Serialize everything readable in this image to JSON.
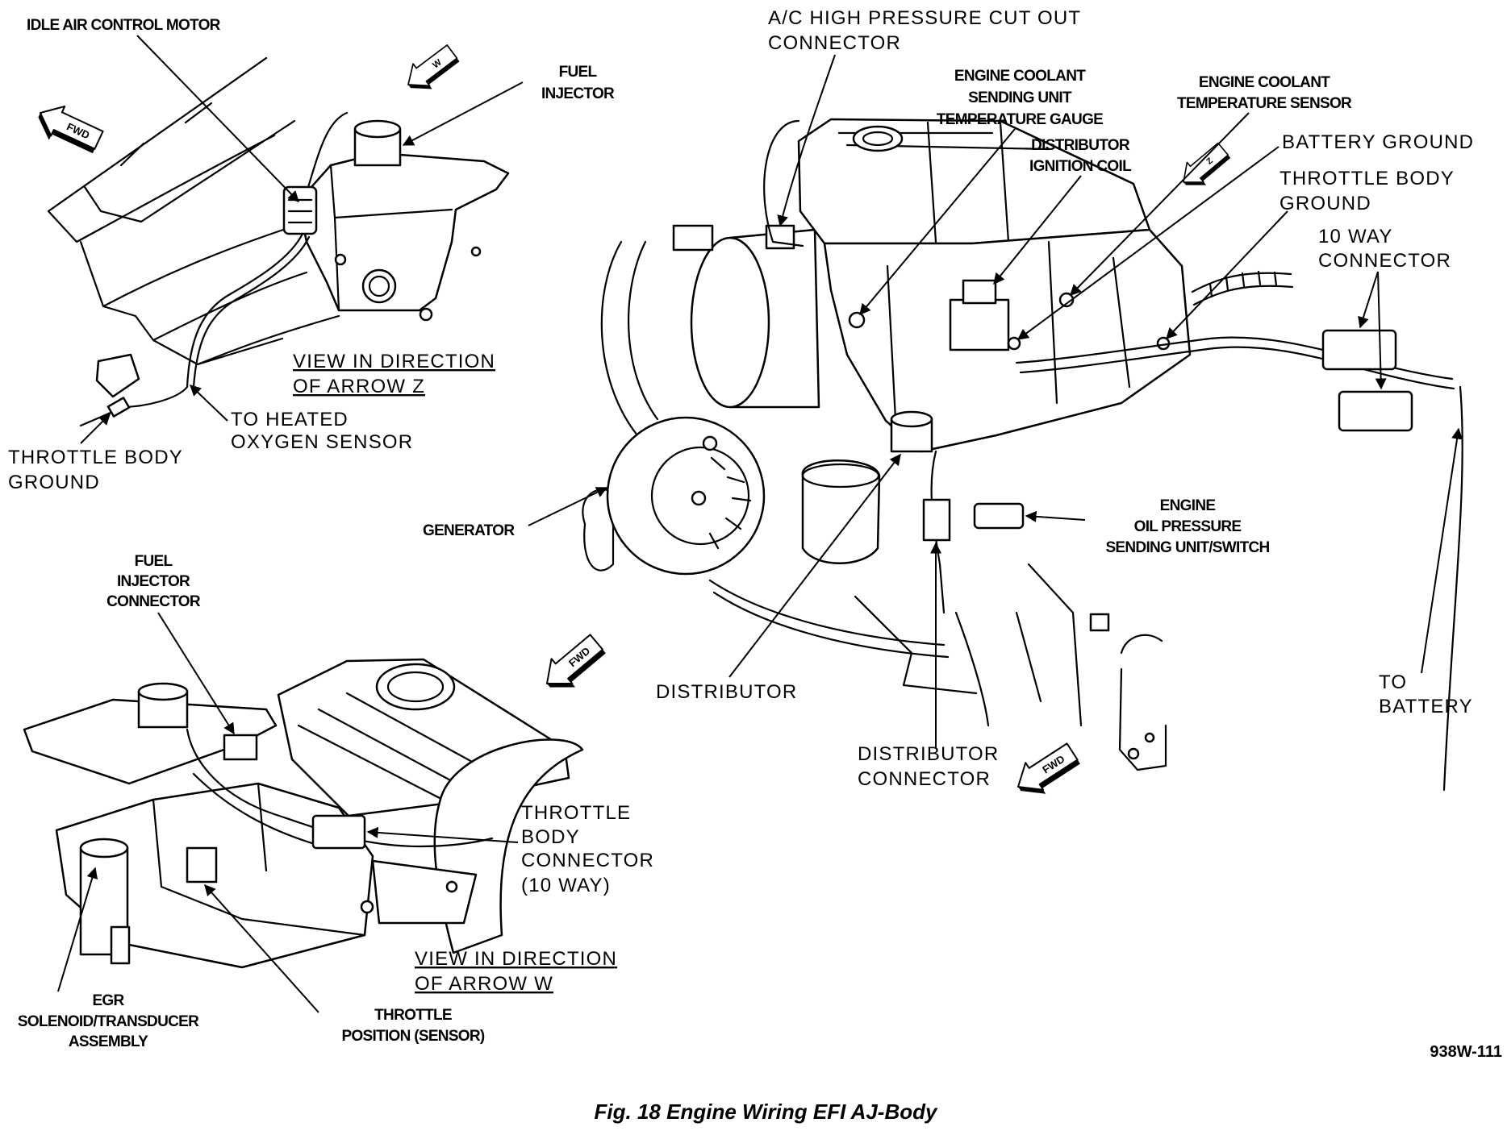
{
  "figure": {
    "caption": "Fig. 18 Engine Wiring EFI AJ-Body",
    "code": "938W-111"
  },
  "arrows": {
    "fwd": "FWD",
    "view_w": "W",
    "view_z": "Z"
  },
  "view_z": {
    "title": [
      "VIEW IN DIRECTION",
      "OF ARROW Z"
    ],
    "idle_air_control_motor": [
      "IDLE AIR CONTROL MOTOR"
    ],
    "fuel_injector": [
      "FUEL",
      "INJECTOR"
    ],
    "to_heated_oxygen_sensor": [
      "TO HEATED",
      "OXYGEN SENSOR"
    ],
    "throttle_body_ground": [
      "THROTTLE BODY",
      "GROUND"
    ]
  },
  "main_view": {
    "ac_high_pressure_cut_out_connector": [
      "A/C HIGH PRESSURE CUT OUT",
      "CONNECTOR"
    ],
    "engine_coolant_sending_unit_temperature_gauge": [
      "ENGINE COOLANT",
      "SENDING UNIT",
      "TEMPERATURE GAUGE"
    ],
    "distributor_ignition_coil": [
      "DISTRIBUTOR",
      "IGNITION COIL"
    ],
    "engine_coolant_temperature_sensor": [
      "ENGINE COOLANT",
      "TEMPERATURE SENSOR"
    ],
    "battery_ground": [
      "BATTERY GROUND"
    ],
    "throttle_body_ground": [
      "THROTTLE BODY",
      "GROUND"
    ],
    "ten_way_connector": [
      "10 WAY",
      "CONNECTOR"
    ],
    "generator": [
      "GENERATOR"
    ],
    "engine_oil_pressure_sending_unit_switch": [
      "ENGINE",
      "OIL PRESSURE",
      "SENDING UNIT/SWITCH"
    ],
    "distributor": [
      "DISTRIBUTOR"
    ],
    "distributor_connector": [
      "DISTRIBUTOR",
      "CONNECTOR"
    ],
    "to_battery": [
      "TO",
      "BATTERY"
    ]
  },
  "view_w": {
    "title": [
      "VIEW IN DIRECTION",
      "OF ARROW W"
    ],
    "fuel_injector_connector": [
      "FUEL",
      "INJECTOR",
      "CONNECTOR"
    ],
    "throttle_body_connector_10_way": [
      "THROTTLE",
      "BODY",
      "CONNECTOR",
      "(10 WAY)"
    ],
    "egr_solenoid_transducer_assembly": [
      "EGR",
      "SOLENOID/TRANSDUCER",
      "ASSEMBLY"
    ],
    "throttle_position_sensor": [
      "THROTTLE",
      "POSITION (SENSOR)"
    ]
  }
}
